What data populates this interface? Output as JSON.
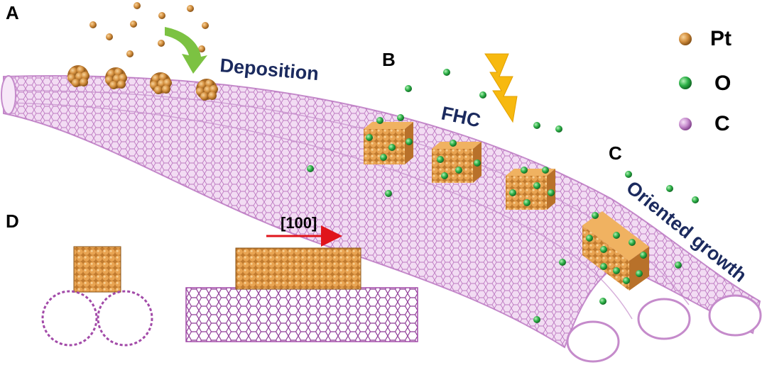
{
  "panels": {
    "a": "A",
    "b": "B",
    "c": "C",
    "d": "D"
  },
  "steps": {
    "deposition": "Deposition",
    "fhc": "FHC",
    "oriented_growth": "Oriented growth"
  },
  "legend": [
    {
      "symbol": "Pt",
      "color": "#d4903f"
    },
    {
      "symbol": "O",
      "color": "#2fb34a"
    },
    {
      "symbol": "C",
      "color": "#c98fd0"
    }
  ],
  "direction_label": "[100]",
  "colors": {
    "platinum": "#d4903f",
    "oxygen": "#2fb34a",
    "carbon_tube": "#d9a6dc",
    "carbon_lattice": "#a24aa8",
    "label_navy": "#1b2a5e",
    "arrow_green": "#7cc242",
    "lightning": "#f7b90f",
    "direction_arrow": "#e0141b"
  },
  "icons": {
    "deposition_arrow": "curved-arrow-icon",
    "energy": "lightning-bolt-icon",
    "direction": "arrow-right-icon"
  }
}
